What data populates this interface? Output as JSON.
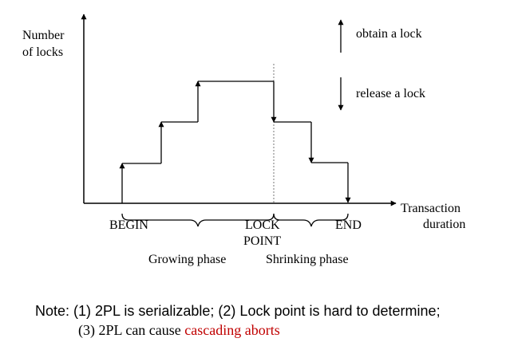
{
  "axes": {
    "y_label_line1": "Number",
    "y_label_line2": "of locks",
    "x_label_line1": "Transaction",
    "x_label_line2": "duration"
  },
  "legend": {
    "obtain": "obtain a lock",
    "release": "release a lock"
  },
  "markers": {
    "begin": "BEGIN",
    "lock_line1": "LOCK",
    "lock_line2": "POINT",
    "end": "END"
  },
  "phases": {
    "growing": "Growing phase",
    "shrinking": "Shrinking phase"
  },
  "note": {
    "line1": "Note: (1) 2PL is serializable; (2) Lock point is hard to determine;",
    "line2_prefix": "(3) 2PL can cause ",
    "line2_highlight": "cascading aborts"
  },
  "colors": {
    "highlight": "#c00000"
  }
}
